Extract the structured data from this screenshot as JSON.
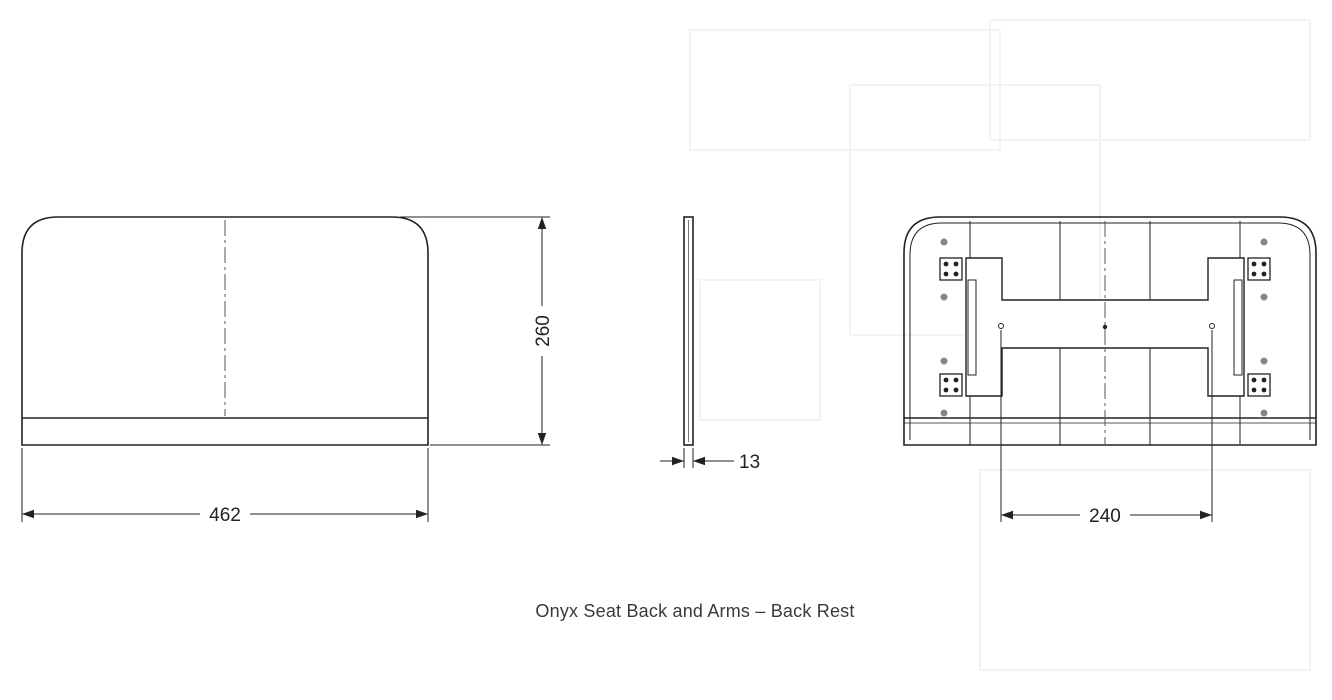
{
  "title": "Onyx Seat Back and Arms – Back Rest",
  "dimensions": {
    "front_width": "462",
    "front_height": "260",
    "side_thickness": "13",
    "rear_bracket_spacing": "240"
  },
  "colors": {
    "line": "#222222",
    "hidden_line": "#555555",
    "caption": "#3a3a3a",
    "watermark": "#f6f6f6"
  }
}
